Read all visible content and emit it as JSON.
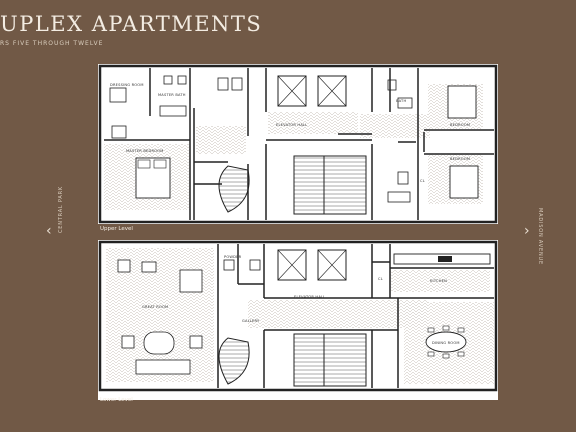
{
  "header": {
    "title": "UPLEX APARTMENTS",
    "subtitle": "RS FIVE THROUGH TWELVE"
  },
  "nav": {
    "prev_arrow": "‹",
    "next_arrow": "›",
    "left_label": "CENTRAL PARK",
    "right_label": "MADISON AVENUE"
  },
  "upper": {
    "label": "Upper Level",
    "rooms": {
      "dressing": "DRESSING ROOM",
      "master_bath": "MASTER BATH",
      "master_bedroom": "MASTER BEDROOM",
      "elevator_hall": "ELEVATOR HALL",
      "bath": "BATH",
      "bedroom": "BEDROOM",
      "bedroom2": "BEDROOM",
      "cl": "CL"
    }
  },
  "lower": {
    "label": "Lower Level",
    "rooms": {
      "great_room": "GREAT ROOM",
      "powder": "POWDER",
      "elevator_hall": "ELEVATOR HALL",
      "gallery": "GALLERY",
      "kitchen": "KITCHEN",
      "dining_room": "DINING ROOM",
      "cl": "CL"
    }
  }
}
